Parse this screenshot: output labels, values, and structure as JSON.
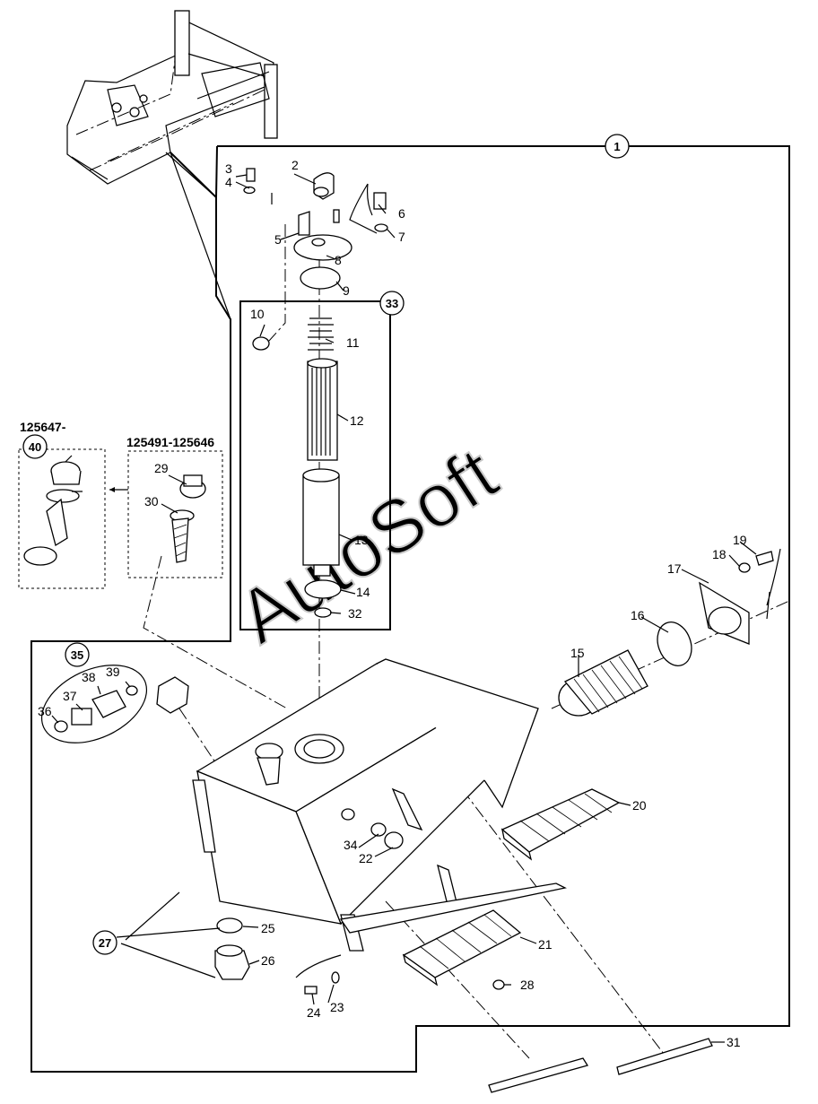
{
  "watermark": "AutoSoft",
  "serial_ranges": {
    "new_version": "125647-",
    "old_version": "125491-125646"
  },
  "callouts": [
    {
      "id": "1",
      "circled": true
    },
    {
      "id": "2"
    },
    {
      "id": "3"
    },
    {
      "id": "4"
    },
    {
      "id": "5"
    },
    {
      "id": "6"
    },
    {
      "id": "7"
    },
    {
      "id": "8"
    },
    {
      "id": "9"
    },
    {
      "id": "10"
    },
    {
      "id": "11"
    },
    {
      "id": "12"
    },
    {
      "id": "13"
    },
    {
      "id": "14"
    },
    {
      "id": "15"
    },
    {
      "id": "16"
    },
    {
      "id": "17"
    },
    {
      "id": "18"
    },
    {
      "id": "19"
    },
    {
      "id": "20"
    },
    {
      "id": "21"
    },
    {
      "id": "22"
    },
    {
      "id": "23"
    },
    {
      "id": "24"
    },
    {
      "id": "25"
    },
    {
      "id": "26"
    },
    {
      "id": "27",
      "circled": true
    },
    {
      "id": "28"
    },
    {
      "id": "29"
    },
    {
      "id": "30"
    },
    {
      "id": "31"
    },
    {
      "id": "32"
    },
    {
      "id": "33",
      "circled": true
    },
    {
      "id": "34"
    },
    {
      "id": "35",
      "circled": true
    },
    {
      "id": "36"
    },
    {
      "id": "37"
    },
    {
      "id": "38"
    },
    {
      "id": "39"
    },
    {
      "id": "40",
      "circled": true
    }
  ]
}
